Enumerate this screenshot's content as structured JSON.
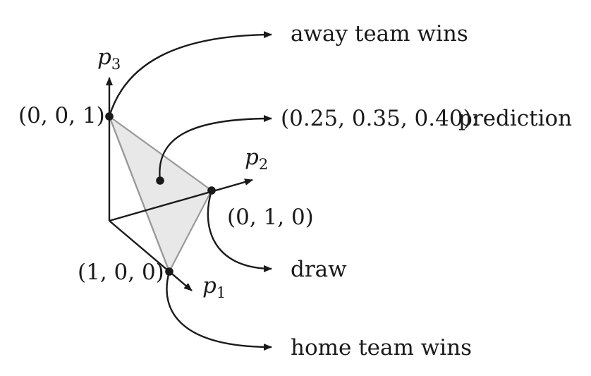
{
  "axes": {
    "p1": {
      "symbol": "p",
      "subscript": "1"
    },
    "p2": {
      "symbol": "p",
      "subscript": "2"
    },
    "p3": {
      "symbol": "p",
      "subscript": "3"
    }
  },
  "vertices": {
    "v001": {
      "coords": "(0, 0, 1)",
      "outcome": "away team wins"
    },
    "v010": {
      "coords": "(0, 1, 0)",
      "outcome": "draw"
    },
    "v100": {
      "coords": "(1, 0, 0)",
      "outcome": "home team wins"
    }
  },
  "prediction": {
    "label": "(0.25, 0.35, 0.40):",
    "word": "prediction",
    "value": [
      0.25,
      0.35,
      0.4
    ]
  },
  "colors": {
    "simplex_fill": "#e8e8e8",
    "simplex_edge": "#999999",
    "ink": "#1a1a1a"
  }
}
